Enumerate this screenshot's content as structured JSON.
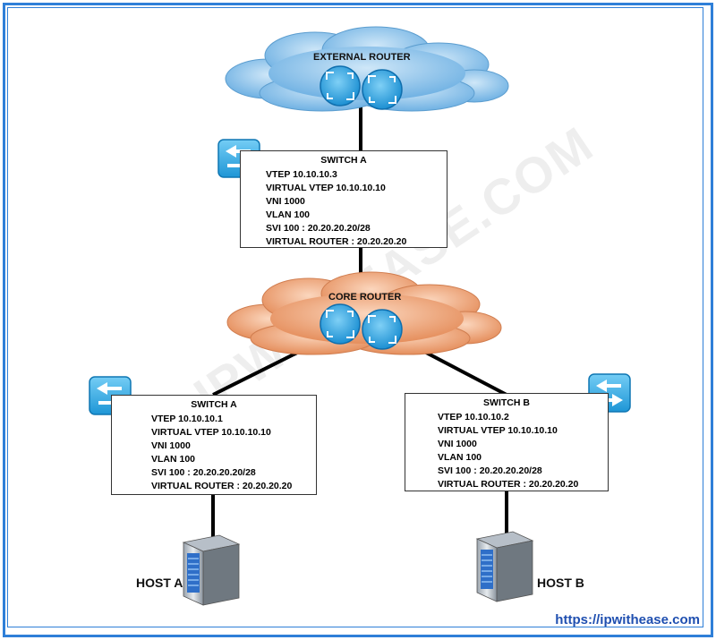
{
  "external_cloud": {
    "label": "EXTERNAL ROUTER"
  },
  "core_cloud": {
    "label": "CORE ROUTER"
  },
  "switch_top": {
    "title": "SWITCH A",
    "lines": [
      "VTEP 10.10.10.3",
      "VIRTUAL VTEP 10.10.10.10",
      "VNI 1000",
      "VLAN 100",
      "SVI 100 : 20.20.20.20/28",
      "VIRTUAL ROUTER : 20.20.20.20"
    ]
  },
  "switch_left": {
    "title": "SWITCH A",
    "lines": [
      "VTEP 10.10.10.1",
      "VIRTUAL VTEP 10.10.10.10",
      "VNI 1000",
      "VLAN 100",
      "SVI 100 : 20.20.20.20/28",
      "VIRTUAL ROUTER : 20.20.20.20"
    ]
  },
  "switch_right": {
    "title": "SWITCH B",
    "lines": [
      "VTEP 10.10.10.2",
      "VIRTUAL VTEP 10.10.10.10",
      "VNI 1000",
      "VLAN 100",
      "SVI 100 : 20.20.20.20/28",
      "VIRTUAL ROUTER : 20.20.20.20"
    ]
  },
  "hosts": {
    "a": "HOST A",
    "b": "HOST B"
  },
  "footer": {
    "url": "https://ipwithease.com"
  },
  "watermark": "IPWITHEASE.COM",
  "colors": {
    "frame": "#2f7fd8",
    "external_cloud": "#8ec3ea",
    "core_cloud": "#f0a57a",
    "device": "#2fa9e6"
  }
}
